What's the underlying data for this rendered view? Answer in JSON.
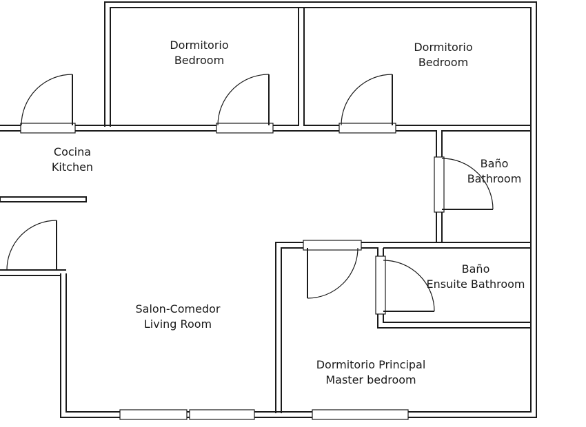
{
  "colors": {
    "line": "#1a1a1a",
    "background": "#ffffff"
  },
  "rooms": {
    "bedroom_1": {
      "es": "Dormitorio",
      "en": "Bedroom"
    },
    "bedroom_2": {
      "es": "Dormitorio",
      "en": "Bedroom"
    },
    "kitchen": {
      "es": "Cocina",
      "en": "Kitchen"
    },
    "bathroom": {
      "es": "Baño",
      "en": "Bathroom"
    },
    "ensuite": {
      "es": "Baño",
      "en": "Ensuite Bathroom"
    },
    "living": {
      "es": "Salon-Comedor",
      "en": "Living Room"
    },
    "master": {
      "es": "Dormitorio Principal",
      "en": "Master bedroom"
    }
  }
}
